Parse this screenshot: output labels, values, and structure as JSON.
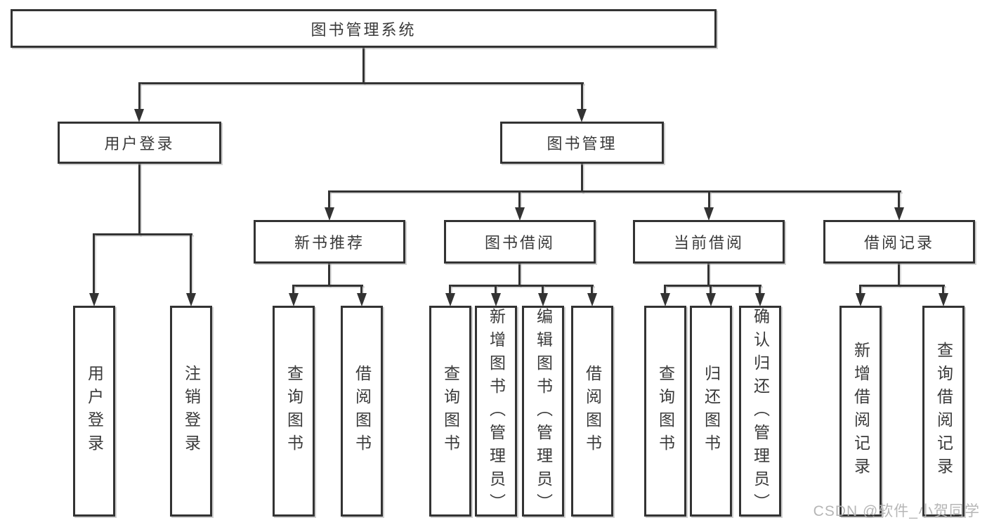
{
  "diagram": {
    "root": "图书管理系统",
    "branches": [
      {
        "label": "用户登录",
        "leaves": [
          "用户登录",
          "注销登录"
        ]
      },
      {
        "label": "图书管理",
        "groups": [
          {
            "label": "新书推荐",
            "leaves": [
              "查询图书",
              "借阅图书"
            ]
          },
          {
            "label": "图书借阅",
            "leaves": [
              "查询图书",
              "新增图书（管理员）",
              "编辑图书（管理员）",
              "借阅图书"
            ]
          },
          {
            "label": "当前借阅",
            "leaves": [
              "查询图书",
              "归还图书",
              "确认归还（管理员）"
            ]
          },
          {
            "label": "借阅记录",
            "leaves": [
              "新增借阅记录",
              "查询借阅记录"
            ]
          }
        ]
      }
    ]
  },
  "watermark": "CSDN @软件_小贺同学",
  "colors": {
    "line": "#333333",
    "text": "#3a3a3a",
    "background": "#ffffff",
    "watermark": "#b2b2b2"
  }
}
